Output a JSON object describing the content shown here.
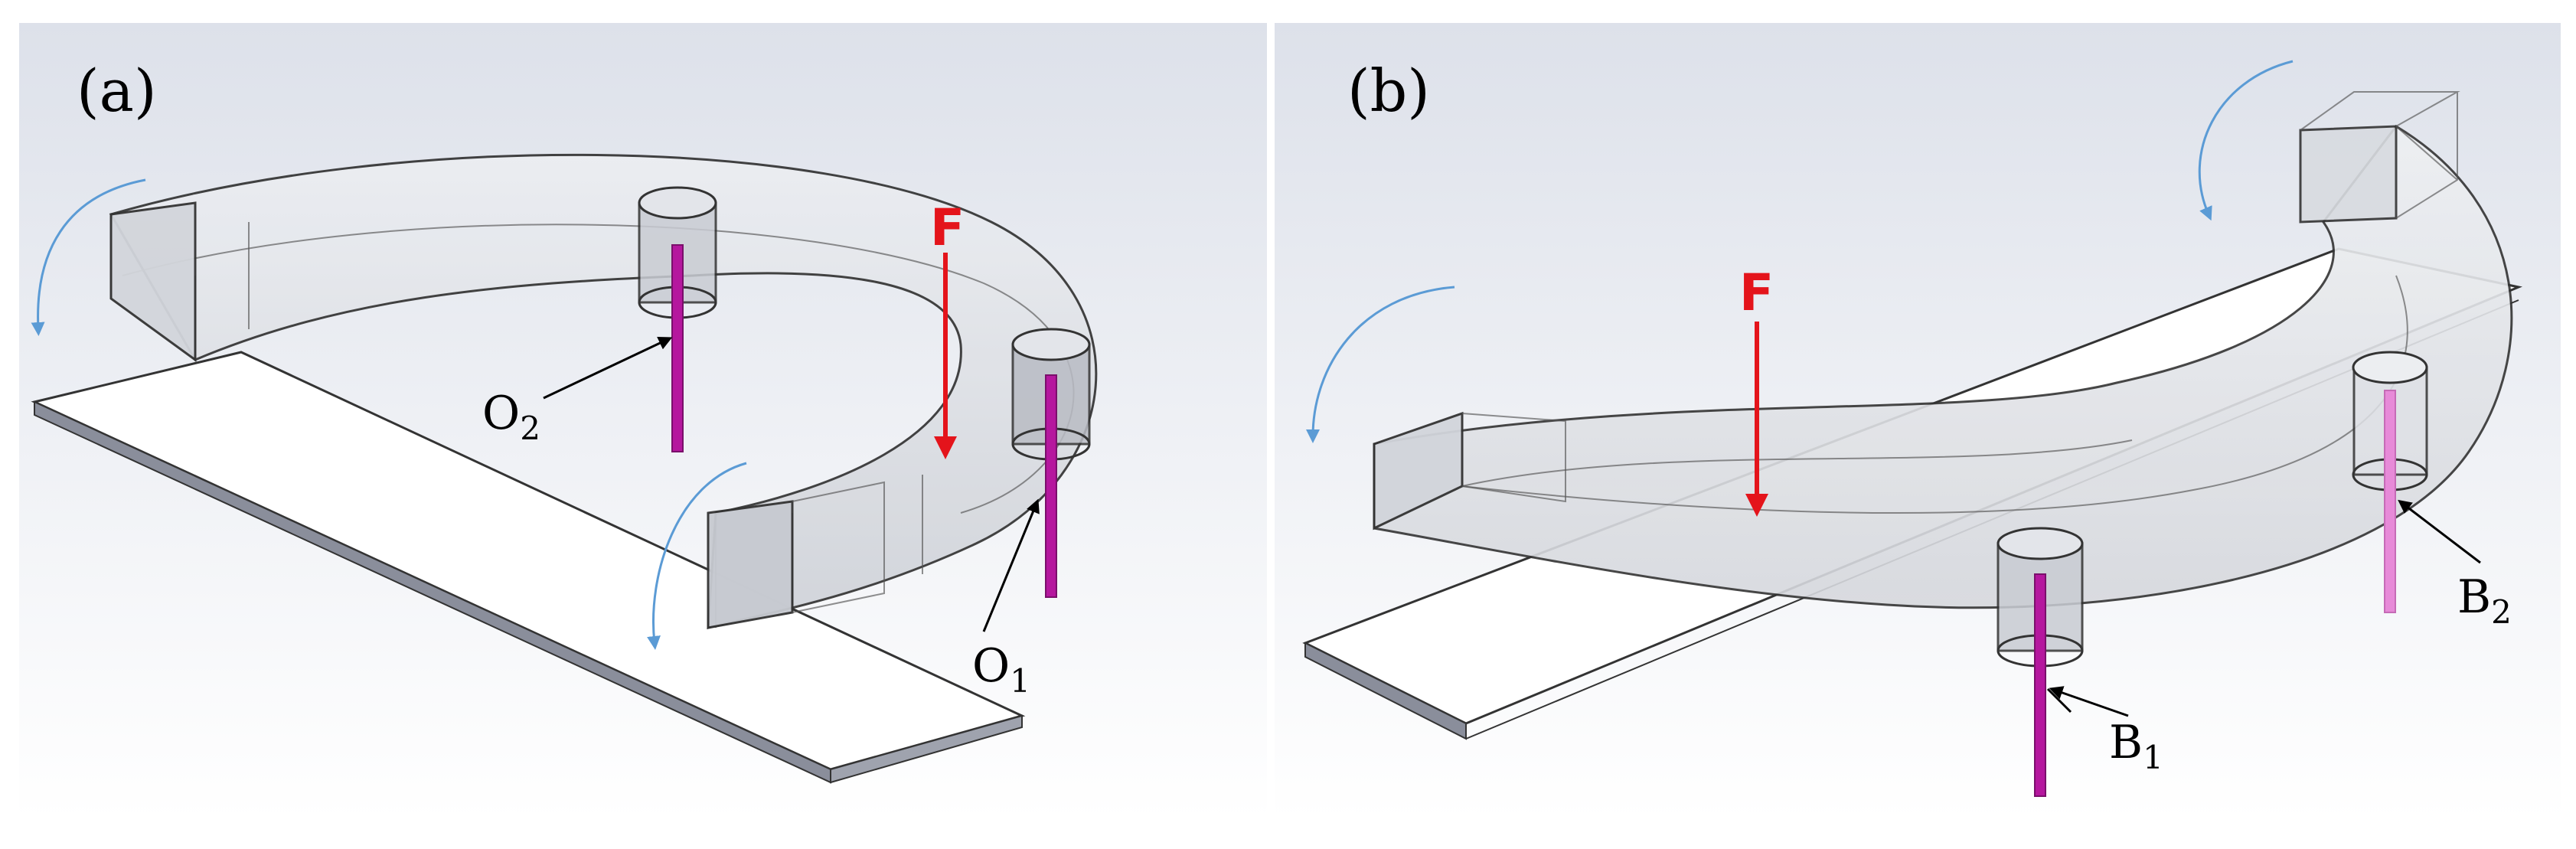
{
  "panels": [
    {
      "label": "(a)",
      "force": "F",
      "points": [
        {
          "base": "O",
          "sub": "2"
        },
        {
          "base": "O",
          "sub": "1"
        }
      ]
    },
    {
      "label": "(b)",
      "force": "F",
      "points": [
        {
          "base": "B",
          "sub": "2"
        },
        {
          "base": "B",
          "sub": "1"
        }
      ]
    }
  ],
  "colors": {
    "force_arrow": "#e4141b",
    "rotation_arrow": "#5b9bd5",
    "pin": "#b5179e",
    "pin_light": "#e78ad8",
    "background_top": "#dde1ea",
    "background_bottom": "#ffffff"
  }
}
